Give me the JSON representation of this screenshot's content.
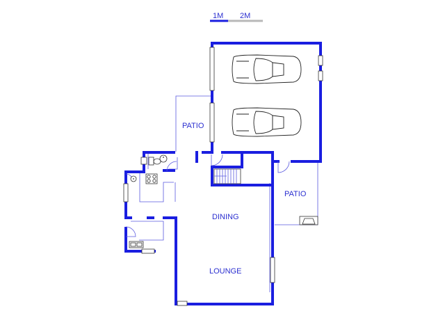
{
  "scale_bar": {
    "label_1": "1M",
    "label_2": "2M"
  },
  "rooms": {
    "patio_left": "PATIO",
    "patio_right": "PATIO",
    "dining": "DINING",
    "lounge": "LOUNGE"
  },
  "colors": {
    "wall": "#1a1ee0",
    "label": "#2b2fd0",
    "scale_light": "#b8b8b8"
  },
  "icons": [
    "car-icon",
    "car-icon",
    "stairs-icon",
    "toilet-icon",
    "stove-icon",
    "sink-icon",
    "fireplace-icon"
  ]
}
